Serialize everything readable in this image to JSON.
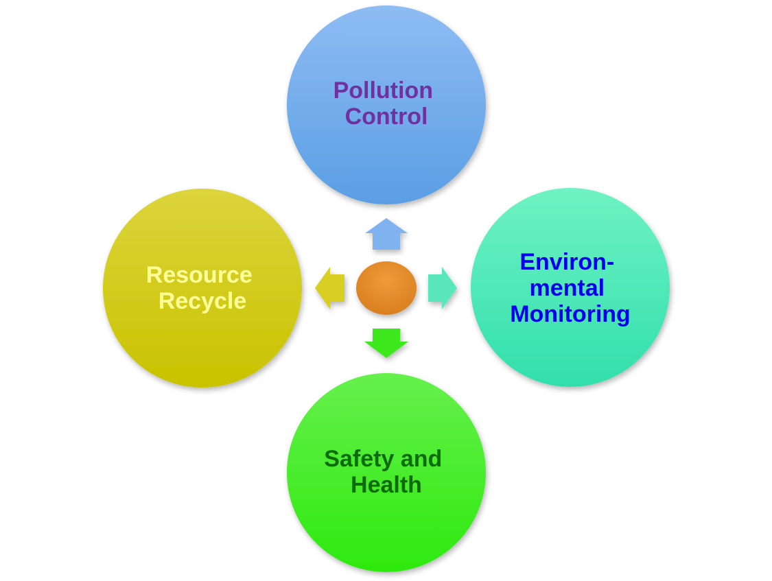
{
  "diagram": {
    "nodes": {
      "top": {
        "lines": [
          "Pollution",
          "Control"
        ],
        "text_color": "#7030a0",
        "fill_start": "#8ebcf3",
        "fill_end": "#5a9ee4"
      },
      "right": {
        "lines": [
          "Environ-",
          "mental",
          "Monitoring"
        ],
        "text_color": "#0000ee",
        "fill_start": "#6ff2c4",
        "fill_end": "#31dfab"
      },
      "bottom": {
        "lines": [
          "Safety and",
          "Health"
        ],
        "text_color": "#0d6a0d",
        "fill_start": "#66f04c",
        "fill_end": "#2de90e"
      },
      "left": {
        "lines": [
          "Resource",
          "Recycle"
        ],
        "text_color": "#ffff99",
        "fill_start": "#dcd43c",
        "fill_end": "#c9c300"
      }
    },
    "hub_color": "#d98020",
    "arrow_colors": {
      "up": "#7fb2ee",
      "right": "#5ae8bb",
      "down": "#3ee91d",
      "left": "#d8cf20"
    }
  }
}
